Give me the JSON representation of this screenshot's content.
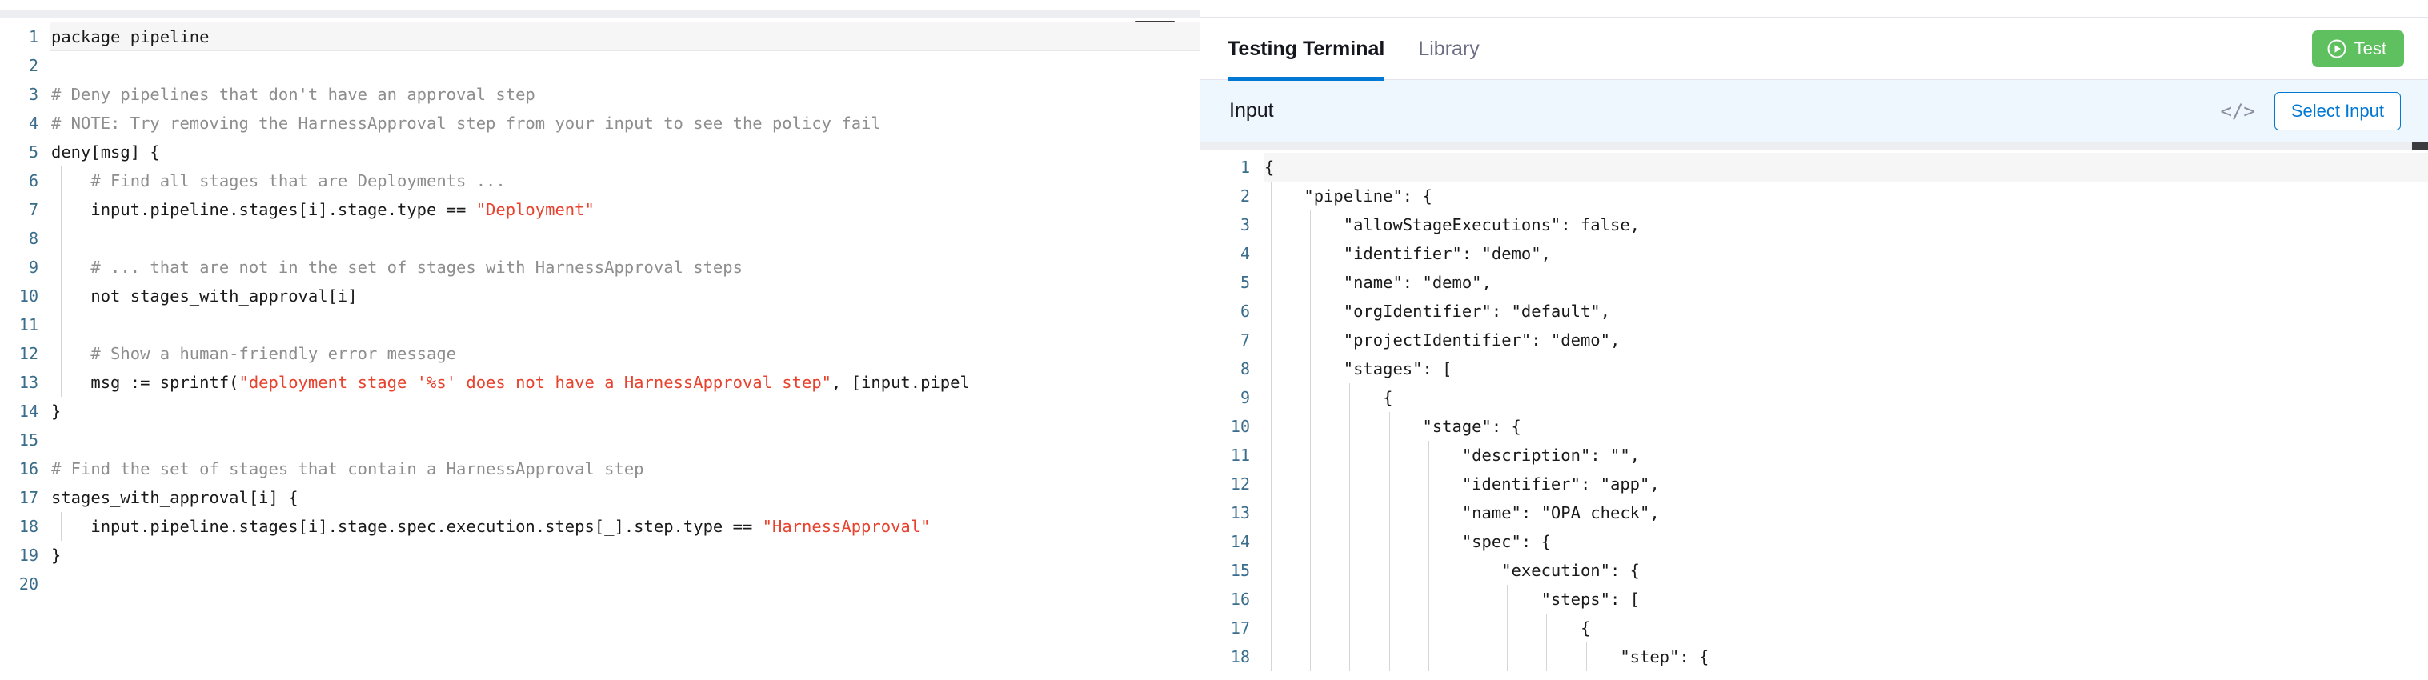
{
  "editor": {
    "name": "rego-policy-editor",
    "language": "rego",
    "line_count": 20,
    "active_line": 1,
    "lines": [
      {
        "n": 1,
        "text": "package pipeline"
      },
      {
        "n": 2,
        "text": ""
      },
      {
        "n": 3,
        "text": "# Deny pipelines that don't have an approval step"
      },
      {
        "n": 4,
        "text": "# NOTE: Try removing the HarnessApproval step from your input to see the policy fail"
      },
      {
        "n": 5,
        "text": "deny[msg] {"
      },
      {
        "n": 6,
        "text": "    # Find all stages that are Deployments ..."
      },
      {
        "n": 7,
        "text": "    input.pipeline.stages[i].stage.type == \"Deployment\""
      },
      {
        "n": 8,
        "text": ""
      },
      {
        "n": 9,
        "text": "    # ... that are not in the set of stages with HarnessApproval steps"
      },
      {
        "n": 10,
        "text": "    not stages_with_approval[i]"
      },
      {
        "n": 11,
        "text": ""
      },
      {
        "n": 12,
        "text": "    # Show a human-friendly error message"
      },
      {
        "n": 13,
        "text": "    msg := sprintf(\"deployment stage '%s' does not have a HarnessApproval step\", [input.pipel"
      },
      {
        "n": 14,
        "text": "}"
      },
      {
        "n": 15,
        "text": ""
      },
      {
        "n": 16,
        "text": "# Find the set of stages that contain a HarnessApproval step"
      },
      {
        "n": 17,
        "text": "stages_with_approval[i] {"
      },
      {
        "n": 18,
        "text": "    input.pipeline.stages[i].stage.spec.execution.steps[_].step.type == \"HarnessApproval\""
      },
      {
        "n": 19,
        "text": "}"
      },
      {
        "n": 20,
        "text": ""
      }
    ]
  },
  "terminal": {
    "tabs": [
      {
        "id": "testing-terminal",
        "label": "Testing Terminal",
        "active": true
      },
      {
        "id": "library",
        "label": "Library",
        "active": false
      }
    ],
    "test_button": {
      "label": "Test",
      "icon": "play-circle-icon",
      "color": "#5fc05f"
    },
    "input_section": {
      "label": "Input",
      "code_icon": "</>",
      "select_input_label": "Select Input",
      "accent_color": "#0278d5"
    },
    "json_viewer": {
      "name": "input-json-viewer",
      "line_count": 18,
      "lines": [
        {
          "n": 1,
          "text": "{"
        },
        {
          "n": 2,
          "text": "    \"pipeline\": {"
        },
        {
          "n": 3,
          "text": "        \"allowStageExecutions\": false,"
        },
        {
          "n": 4,
          "text": "        \"identifier\": \"demo\","
        },
        {
          "n": 5,
          "text": "        \"name\": \"demo\","
        },
        {
          "n": 6,
          "text": "        \"orgIdentifier\": \"default\","
        },
        {
          "n": 7,
          "text": "        \"projectIdentifier\": \"demo\","
        },
        {
          "n": 8,
          "text": "        \"stages\": ["
        },
        {
          "n": 9,
          "text": "            {"
        },
        {
          "n": 10,
          "text": "                \"stage\": {"
        },
        {
          "n": 11,
          "text": "                    \"description\": \"\","
        },
        {
          "n": 12,
          "text": "                    \"identifier\": \"app\","
        },
        {
          "n": 13,
          "text": "                    \"name\": \"OPA check\","
        },
        {
          "n": 14,
          "text": "                    \"spec\": {"
        },
        {
          "n": 15,
          "text": "                        \"execution\": {"
        },
        {
          "n": 16,
          "text": "                            \"steps\": ["
        },
        {
          "n": 17,
          "text": "                                {"
        },
        {
          "n": 18,
          "text": "                                    \"step\": {"
        }
      ]
    }
  },
  "colors": {
    "accent_blue": "#0278d5",
    "green": "#5fc05f",
    "string_red": "#e8412c",
    "comment_gray": "#8e8e8e",
    "linenum_blue": "#3a6d8c",
    "input_bar_bg": "#eef7fd"
  }
}
